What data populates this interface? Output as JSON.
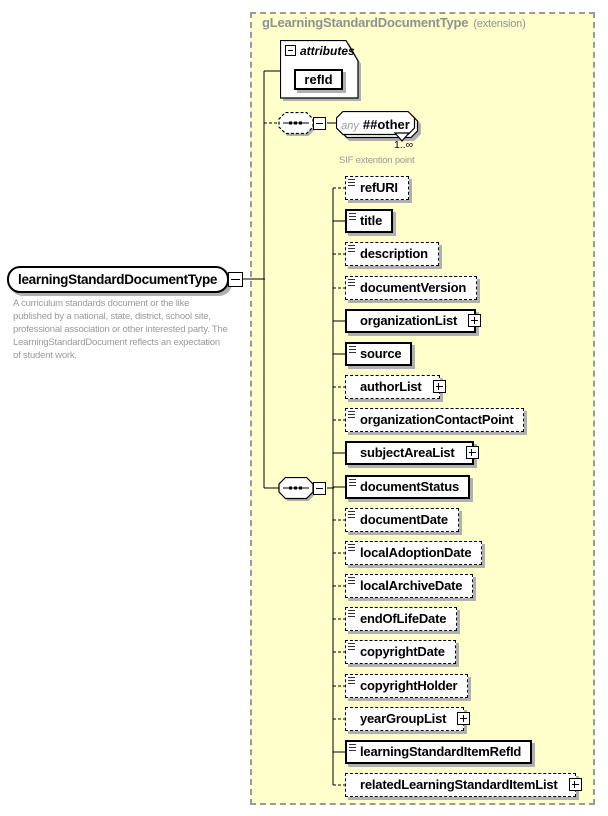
{
  "diagram": {
    "container": {
      "title": "gLearningStandardDocumentType",
      "title_suffix": "(extension)",
      "fill_color": "#ffffcc",
      "border_color": "#9a9a9a"
    },
    "root_element": {
      "label": "learningStandardDocumentType",
      "annotation": "A curriculum standards document or the like published by a national, state, district, school site, professional association or other interested party. The LearningStandardDocument reflects an expectation of student work."
    },
    "attributes_group": {
      "label": "attributes",
      "attributes": [
        {
          "name": "refId"
        }
      ]
    },
    "wildcard": {
      "prefix": "any",
      "label": "##other",
      "occurrence": "1..∞",
      "note": "SIF extention point"
    },
    "elements": [
      {
        "label": "refURI",
        "required": false,
        "expandable": false
      },
      {
        "label": "title",
        "required": true,
        "expandable": false
      },
      {
        "label": "description",
        "required": false,
        "expandable": false
      },
      {
        "label": "documentVersion",
        "required": false,
        "expandable": false
      },
      {
        "label": "organizationList",
        "required": true,
        "expandable": true
      },
      {
        "label": "source",
        "required": true,
        "expandable": false
      },
      {
        "label": "authorList",
        "required": false,
        "expandable": true
      },
      {
        "label": "organizationContactPoint",
        "required": false,
        "expandable": false
      },
      {
        "label": "subjectAreaList",
        "required": true,
        "expandable": true
      },
      {
        "label": "documentStatus",
        "required": true,
        "expandable": false
      },
      {
        "label": "documentDate",
        "required": false,
        "expandable": false
      },
      {
        "label": "localAdoptionDate",
        "required": false,
        "expandable": false
      },
      {
        "label": "localArchiveDate",
        "required": false,
        "expandable": false
      },
      {
        "label": "endOfLifeDate",
        "required": false,
        "expandable": false
      },
      {
        "label": "copyrightDate",
        "required": false,
        "expandable": false
      },
      {
        "label": "copyrightHolder",
        "required": false,
        "expandable": false
      },
      {
        "label": "yearGroupList",
        "required": false,
        "expandable": true
      },
      {
        "label": "learningStandardItemRefId",
        "required": true,
        "expandable": false
      },
      {
        "label": "relatedLearningStandardItemList",
        "required": false,
        "expandable": true
      }
    ],
    "colors": {
      "muted_text": "#999999",
      "shadow": "#b0b0b0",
      "line": "#000000"
    }
  }
}
